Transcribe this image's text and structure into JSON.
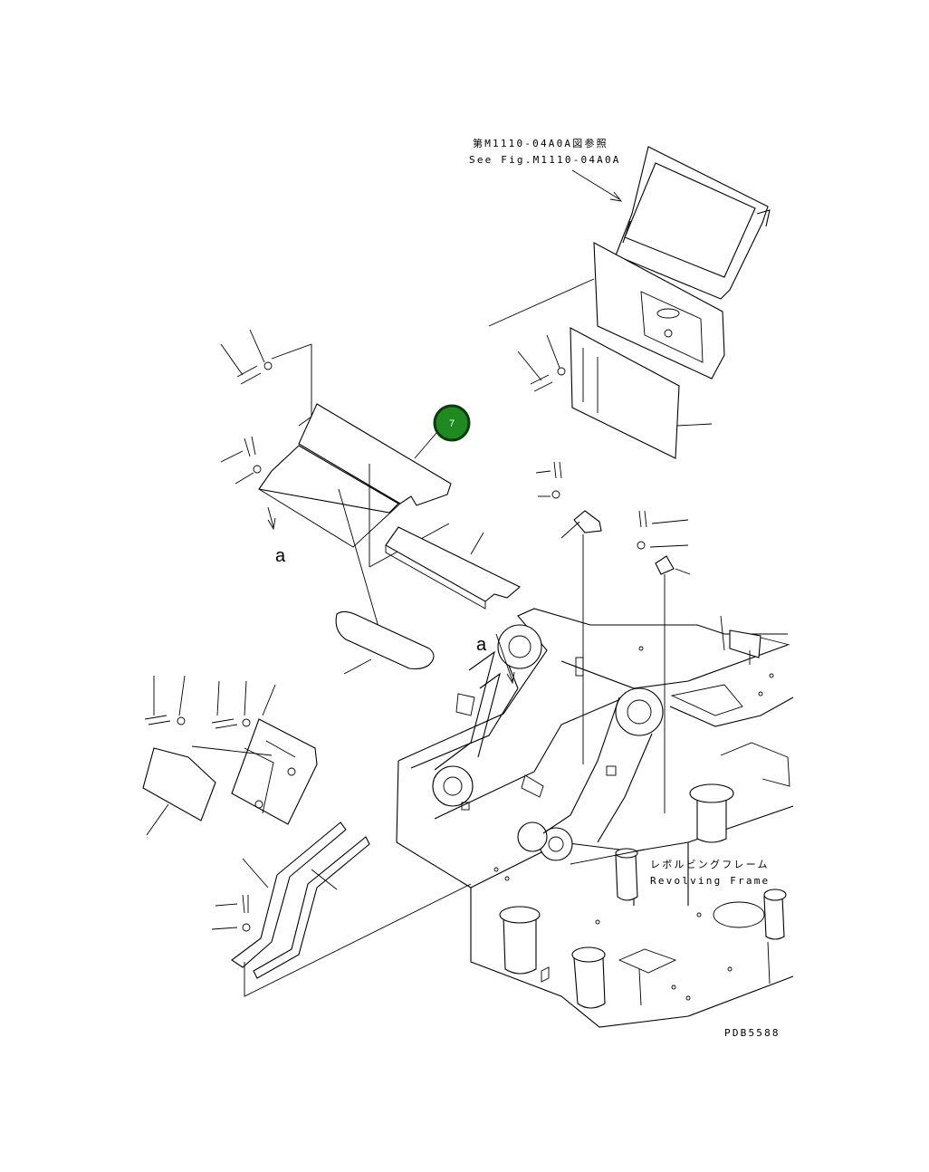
{
  "diagram": {
    "ref_label_jp": "第M1110-04A0A図参照",
    "ref_label_en": "See Fig.M1110-04A0A",
    "frame_label_jp": "レボルビングフレーム",
    "frame_label_en": "Revolving Frame",
    "view_marker_1": "a",
    "view_marker_2": "a",
    "drawing_code": "PDB5588",
    "callout": {
      "number": "7",
      "color": "#1f8a1f",
      "border": "#0b3d0b"
    }
  }
}
